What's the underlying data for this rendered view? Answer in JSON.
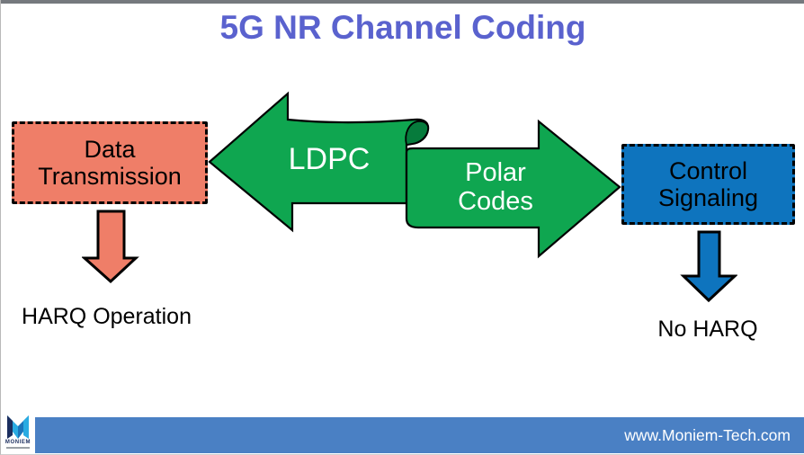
{
  "title": {
    "text": "5G NR Channel Coding",
    "color": "#5a62ce"
  },
  "diagram": {
    "data_box": {
      "label_line1": "Data",
      "label_line2": "Transmission",
      "fill": "#ef7e68"
    },
    "control_box": {
      "label_line1": "Control",
      "label_line2": "Signaling",
      "fill": "#0e74be"
    },
    "left_arrow": {
      "label": "LDPC",
      "fill": "#0fa650"
    },
    "right_arrow": {
      "label_line1": "Polar",
      "label_line2": "Codes",
      "fill": "#0fa650"
    },
    "fold_shadow": "#067b3c",
    "outline": "#000000",
    "down_arrow_left_fill": "#ef7e68",
    "down_arrow_right_fill": "#0e74be",
    "harq_label": "HARQ Operation",
    "no_harq_label": "No HARQ"
  },
  "footer": {
    "url": "www.Moniem-Tech.com",
    "bar_color": "#4a80c4",
    "logo_text": "MONIEM"
  },
  "chrome": {
    "top_bar_color": "#75797e"
  }
}
